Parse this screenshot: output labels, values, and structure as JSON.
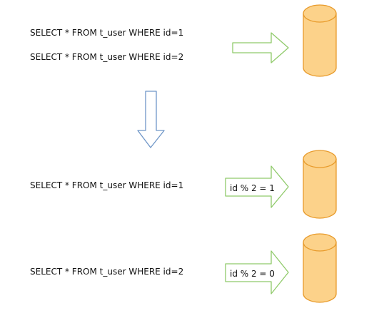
{
  "top": {
    "queries": [
      "SELECT * FROM t_user WHERE id=1",
      "SELECT * FROM t_user WHERE id=2"
    ]
  },
  "shards": [
    {
      "query": "SELECT * FROM t_user WHERE id=1",
      "rule": "id % 2 = 1"
    },
    {
      "query": "SELECT * FROM t_user WHERE id=2",
      "rule": "id % 2 = 0"
    }
  ],
  "colors": {
    "db_fill": "#fcd28a",
    "db_stroke": "#e89b2c",
    "arrow_green": "#8fca6a",
    "arrow_blue": "#6f96c8"
  }
}
